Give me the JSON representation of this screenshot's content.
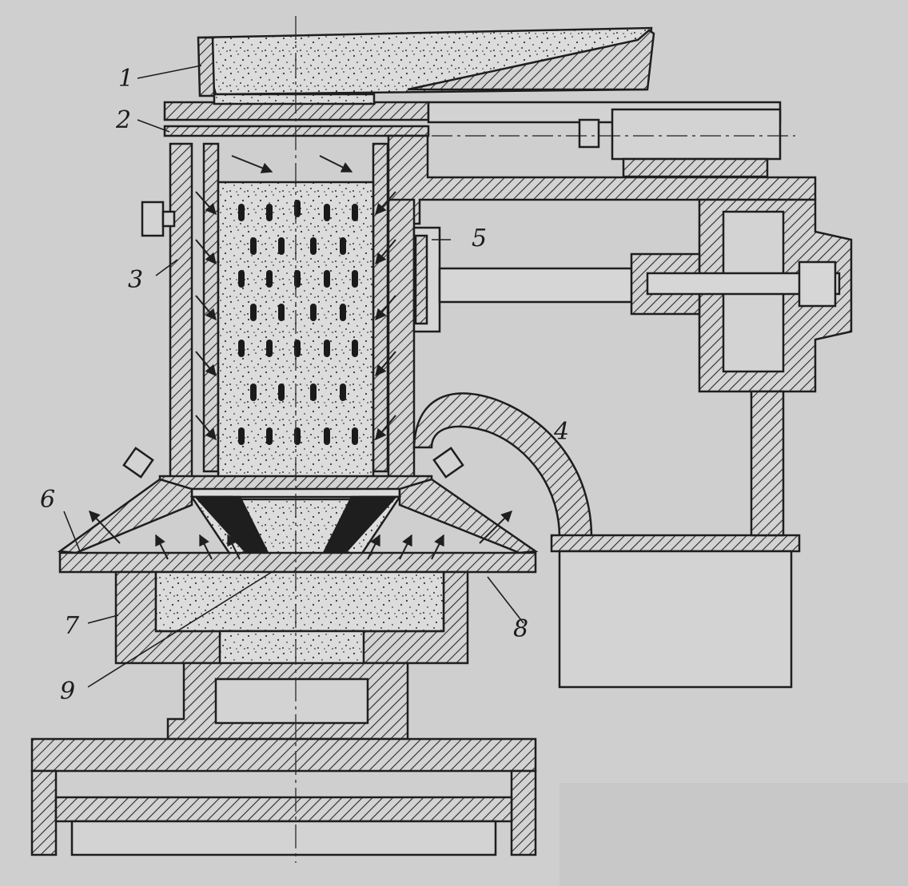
{
  "figure": {
    "callouts": [
      {
        "id": "c1",
        "number": "1"
      },
      {
        "id": "c2",
        "number": "2"
      },
      {
        "id": "c3",
        "number": "3"
      },
      {
        "id": "c4",
        "number": "4"
      },
      {
        "id": "c5",
        "number": "5"
      },
      {
        "id": "c6",
        "number": "6"
      },
      {
        "id": "c7",
        "number": "7"
      },
      {
        "id": "c8",
        "number": "8"
      },
      {
        "id": "c9",
        "number": "9"
      }
    ]
  }
}
